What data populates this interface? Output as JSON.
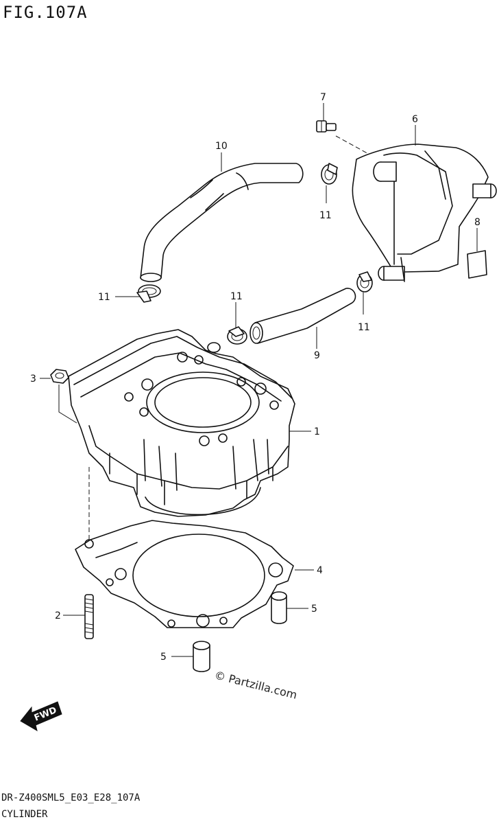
{
  "figure": {
    "title": "FIG.107A",
    "model_code": "DR-Z400SML5_E03_E28_107A",
    "section_name": "CYLINDER"
  },
  "callouts": {
    "c1": "1",
    "c2": "2",
    "c3": "3",
    "c4": "4",
    "c5a": "5",
    "c5b": "5",
    "c6": "6",
    "c7": "7",
    "c8": "8",
    "c9": "9",
    "c10": "10",
    "c11a": "11",
    "c11b": "11",
    "c11c": "11",
    "c11d": "11"
  },
  "watermark": "© Partzilla.com",
  "fwd_label": "FWD"
}
